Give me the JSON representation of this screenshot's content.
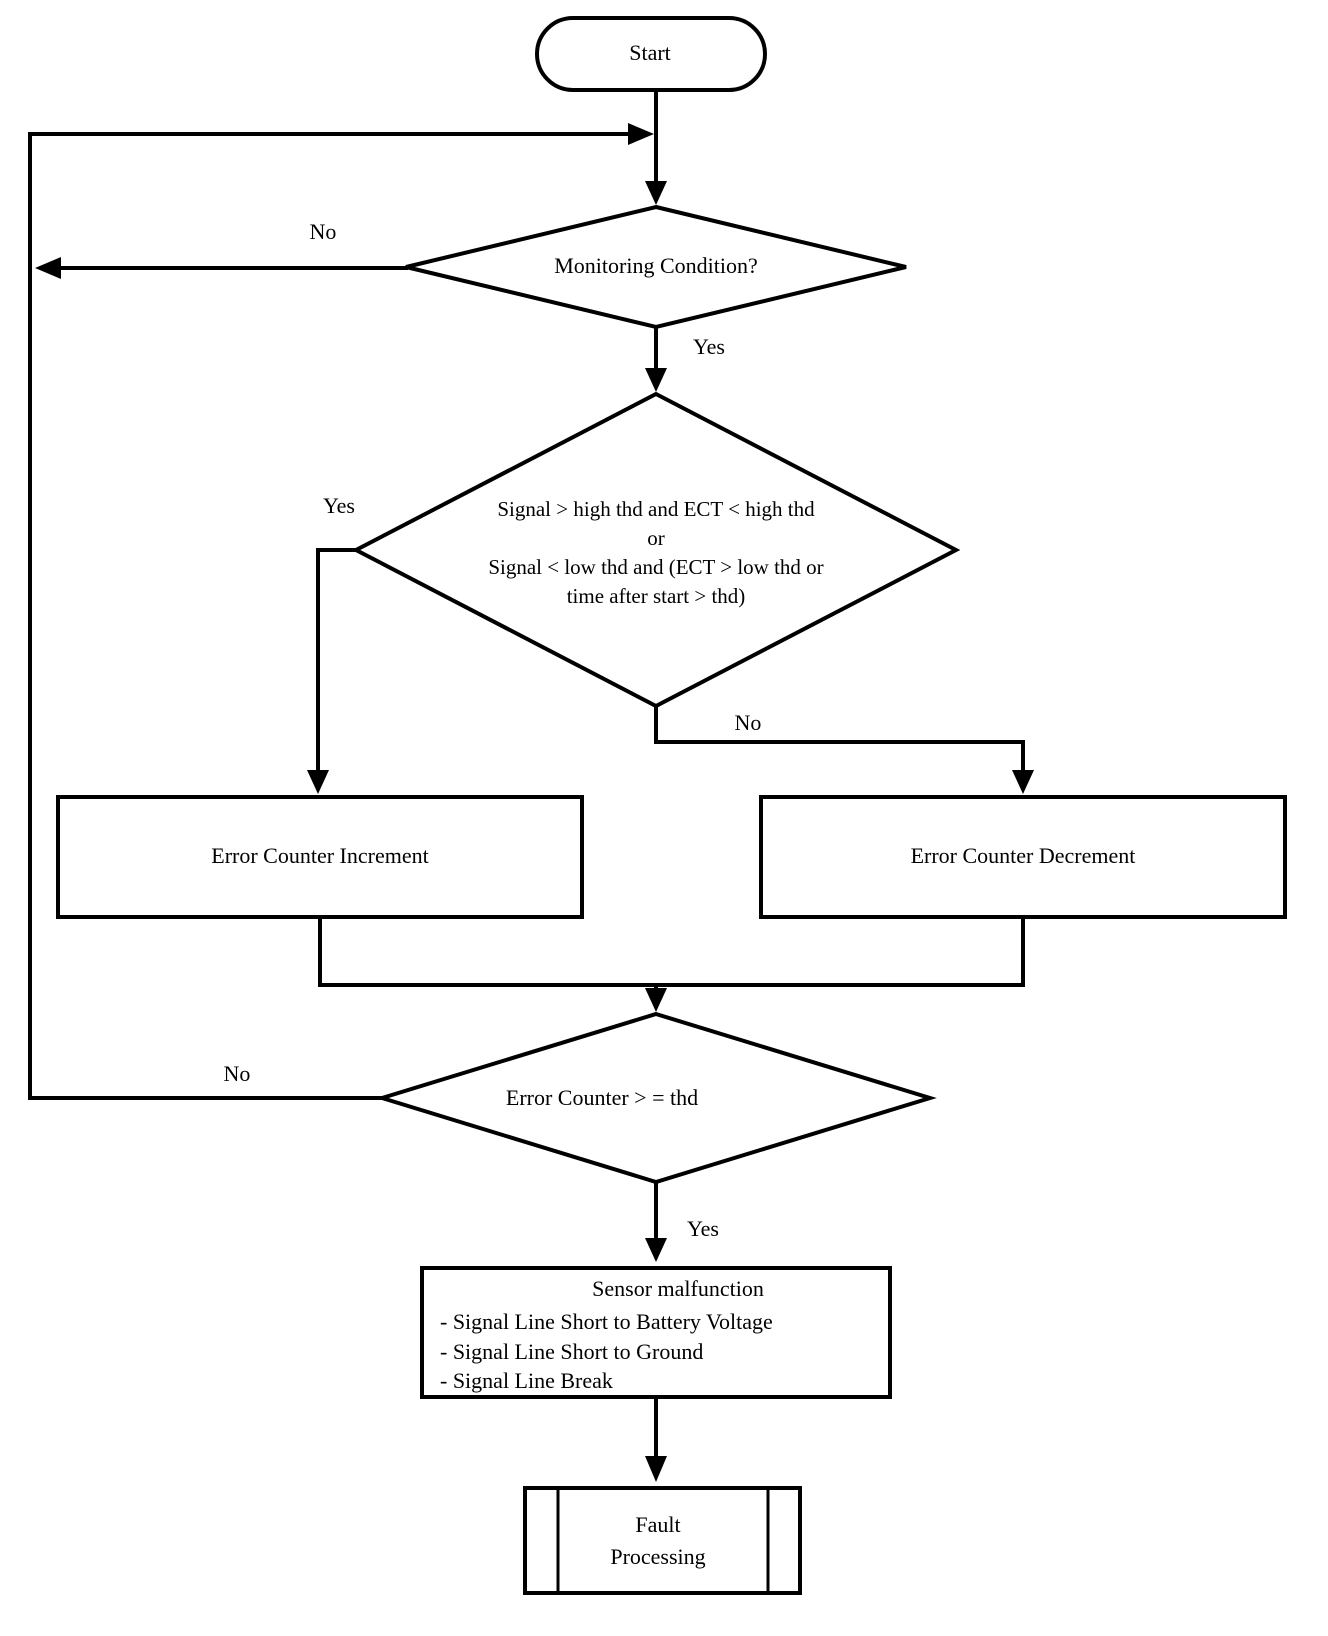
{
  "diagram": {
    "background_color": "#ffffff",
    "line_color": "#000000",
    "nodes": {
      "start": {
        "label": "Start"
      },
      "monitoring": {
        "label": "Monitoring Condition?"
      },
      "signal_check": {
        "line1": "Signal > high thd and ECT < high thd",
        "line2": "or",
        "line3": "Signal < low thd and (ECT > low thd or",
        "line4": "time after start > thd)"
      },
      "increment": {
        "label": "Error Counter Increment"
      },
      "decrement": {
        "label": "Error Counter Decrement"
      },
      "threshold": {
        "label": "Error Counter > = thd"
      },
      "malfunction": {
        "title": "Sensor malfunction",
        "items": [
          "- Signal Line Short to Battery Voltage",
          "- Signal Line Short to Ground",
          "- Signal Line Break"
        ]
      },
      "fault": {
        "line1": "Fault",
        "line2": "Processing"
      }
    },
    "edge_labels": {
      "monitoring_no": "No",
      "monitoring_yes": "Yes",
      "signal_yes": "Yes",
      "signal_no": "No",
      "threshold_no": "No",
      "threshold_yes": "Yes"
    }
  }
}
